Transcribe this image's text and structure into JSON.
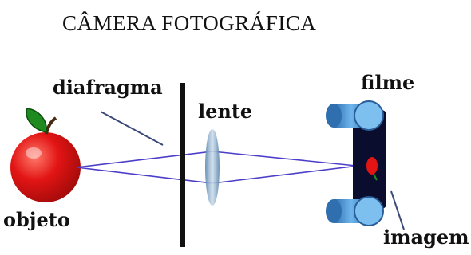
{
  "title": "CÂMERA FOTOGRÁFICA",
  "labels": {
    "diaphragm": "diafragma",
    "lens": "lente",
    "film": "filme",
    "object": "objeto",
    "image": "imagem"
  },
  "colors": {
    "apple": "#e21414",
    "apple_leaf": "#1f8a1f",
    "diaphragm": "#111111",
    "lens": "#7fa6c8",
    "rays": "#4b3ec8",
    "pointer_lines": "#3b4a7a",
    "film_roll": "#5aa2dc",
    "film_body": "#0b0d2e"
  }
}
